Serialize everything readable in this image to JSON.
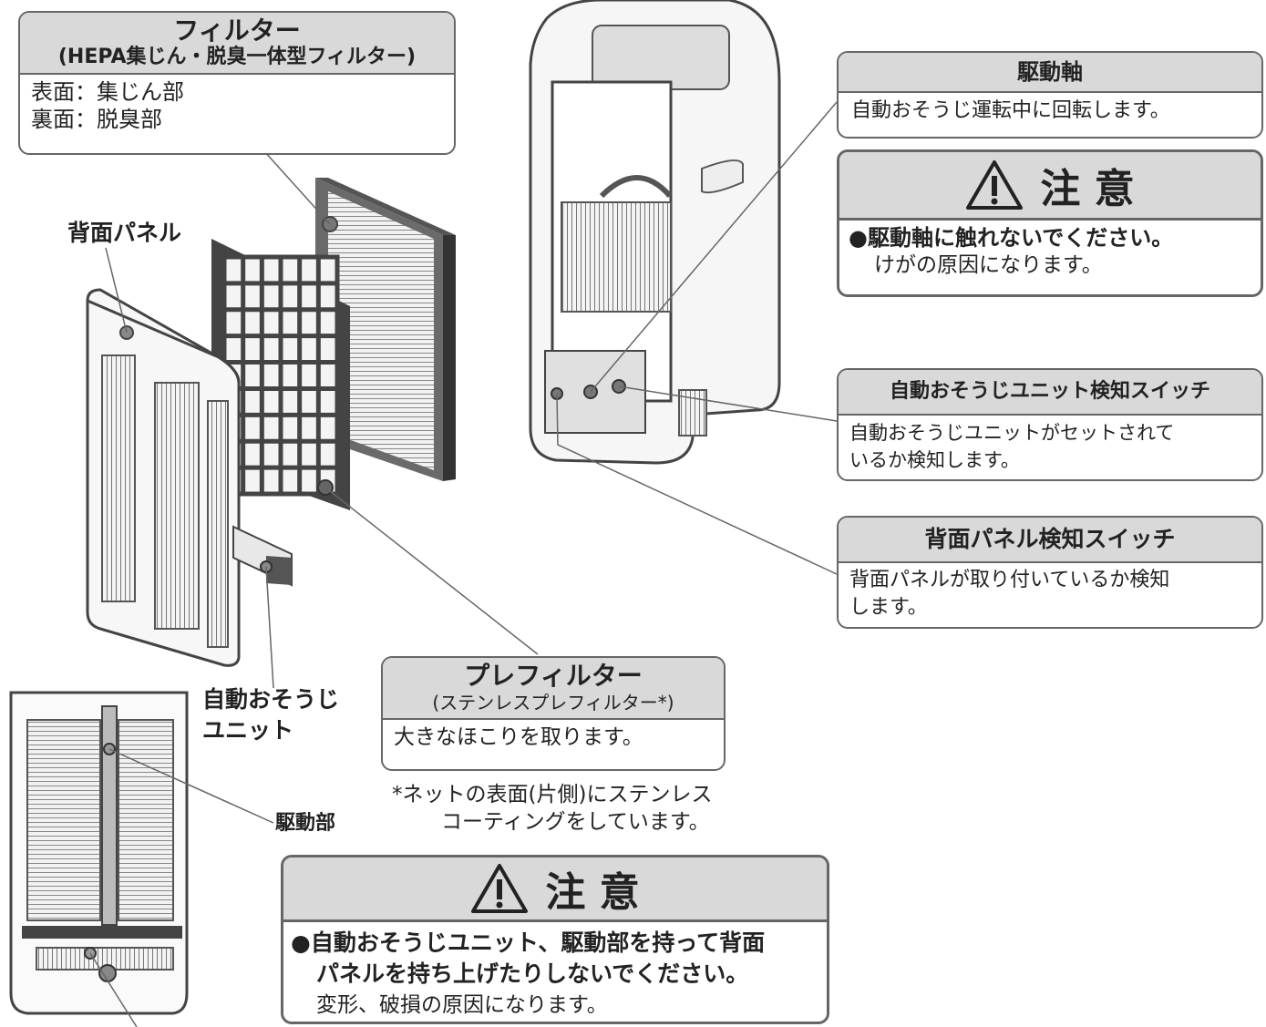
{
  "filter_box": {
    "title": "フィルター",
    "subtitle": "(HEPA集じん・脱臭一体型フィルター)",
    "lines": [
      "表面：集じん部",
      "裏面：脱臭部"
    ]
  },
  "labels": {
    "back_panel": "背面パネル",
    "auto_clean_unit_line1": "自動おそうじ",
    "auto_clean_unit_line2": "ユニット",
    "drive_part": "駆動部"
  },
  "prefilter_box": {
    "title": "プレフィルター",
    "subtitle": "(ステンレスプレフィルター*)",
    "desc": "大きなほこりを取ります。"
  },
  "prefilter_note": {
    "line1": "*ネットの表面(片側)にステンレス",
    "line2": "コーティングをしています。"
  },
  "drive_shaft_box": {
    "title": "駆動軸",
    "desc": "自動おそうじ運転中に回転します。"
  },
  "caution_top": {
    "title": "注 意",
    "bold": "●駆動軸に触れないでください。",
    "normal": "けがの原因になります。"
  },
  "unit_switch_box": {
    "title": "自動おそうじユニット検知スイッチ",
    "lines": [
      "自動おそうじユニットがセットされて",
      "いるか検知します。"
    ]
  },
  "panel_switch_box": {
    "title": "背面パネル検知スイッチ",
    "lines": [
      "背面パネルが取り付いているか検知",
      "します。"
    ]
  },
  "caution_bottom": {
    "title": "注 意",
    "bold1": "●自動おそうじユニット、駆動部を持って背面",
    "bold2": "パネルを持ち上げたりしないでください。",
    "normal": "変形、破損の原因になります。"
  },
  "icons": [
    "warning-triangle-icon"
  ]
}
